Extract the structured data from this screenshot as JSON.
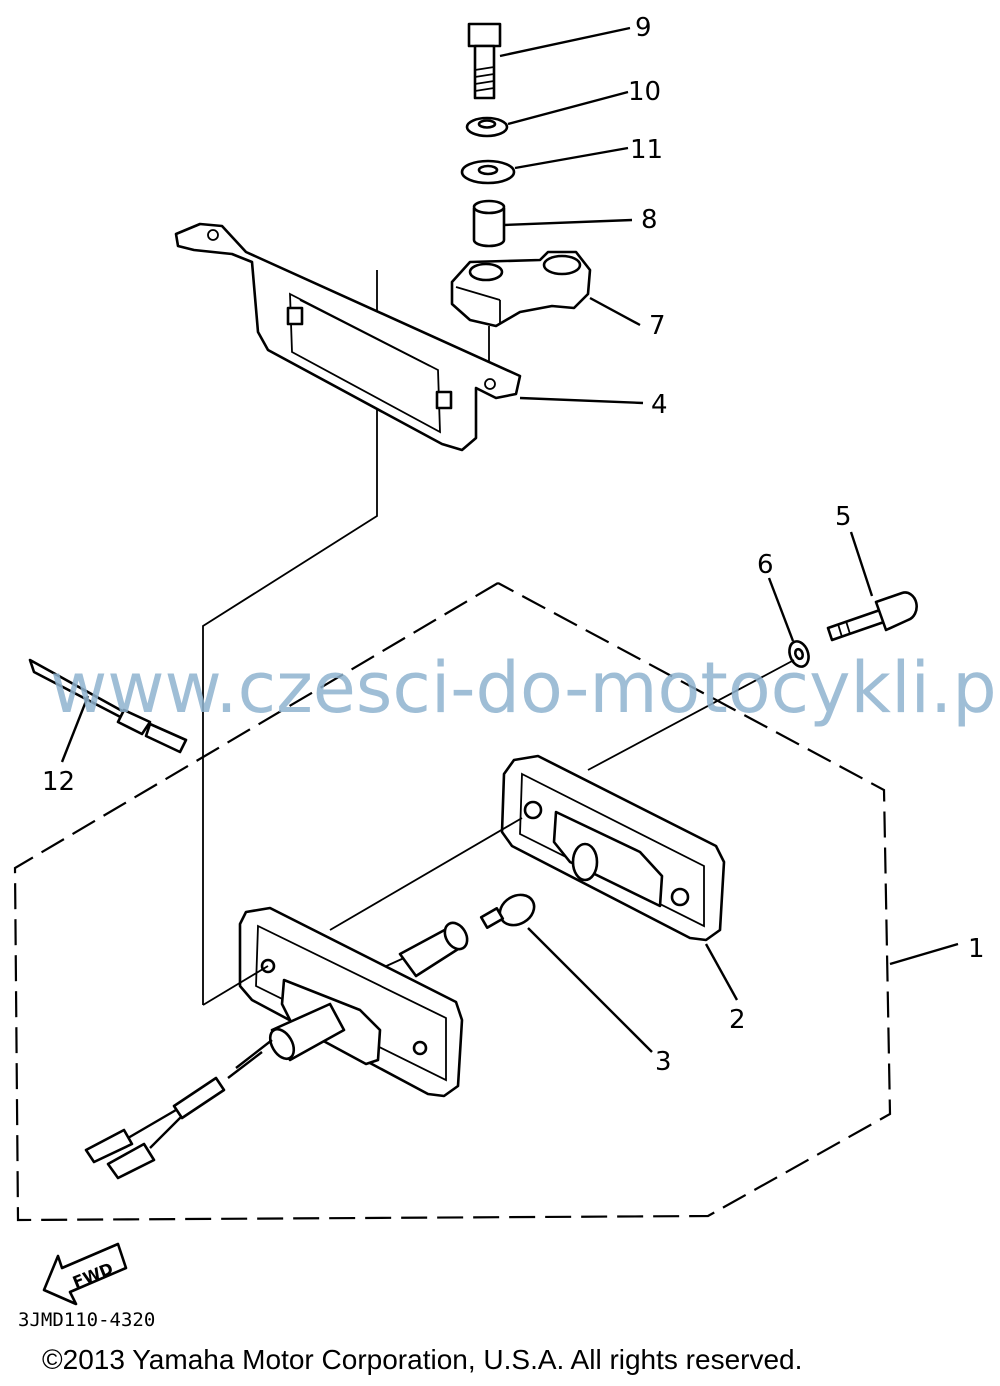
{
  "callouts": {
    "p1": "1",
    "p2": "2",
    "p3": "3",
    "p4": "4",
    "p5": "5",
    "p6": "6",
    "p7": "7",
    "p8": "8",
    "p9": "9",
    "p10": "10",
    "p11": "11",
    "p12": "12"
  },
  "fwd_label": "FWD",
  "drawing_code": "3JMD110-4320",
  "watermark": "www.czesci-do-motocykli.pl",
  "copyright": "©2013 Yamaha Motor Corporation, U.S.A. All rights reserved."
}
